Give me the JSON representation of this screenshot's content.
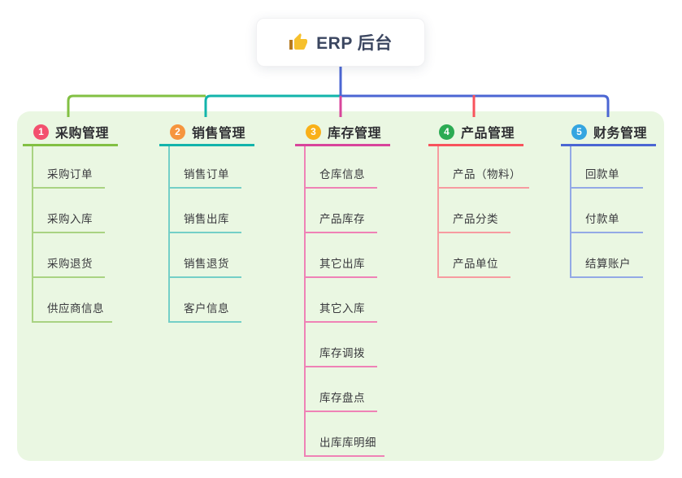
{
  "root": {
    "title": "ERP 后台",
    "icon": "thumbs-up-icon",
    "icon_color": "#f6c02d",
    "icon_cuff_color": "#b5791f",
    "stem_color": "#4b66d3"
  },
  "panel": {
    "background": "#eaf7e2"
  },
  "branches": [
    {
      "badge": "1",
      "label": "采购管理",
      "badge_color": "#f3506e",
      "line_color": "#82c043",
      "sub_line_color": "#a9d382",
      "items": [
        "采购订单",
        "采购入库",
        "采购退货",
        "供应商信息"
      ]
    },
    {
      "badge": "2",
      "label": "销售管理",
      "badge_color": "#f6953e",
      "line_color": "#12b4ab",
      "sub_line_color": "#74cfc7",
      "items": [
        "销售订单",
        "销售出库",
        "销售退货",
        "客户信息"
      ]
    },
    {
      "badge": "3",
      "label": "库存管理",
      "badge_color": "#f9b018",
      "line_color": "#d8459b",
      "sub_line_color": "#ef82b6",
      "items": [
        "仓库信息",
        "产品库存",
        "其它出库",
        "其它入库",
        "库存调拨",
        "库存盘点",
        "出库库明细"
      ]
    },
    {
      "badge": "4",
      "label": "产品管理",
      "badge_color": "#2bab53",
      "line_color": "#f8535c",
      "sub_line_color": "#f79ba0",
      "items": [
        "产品（物料）",
        "产品分类",
        "产品单位"
      ]
    },
    {
      "badge": "5",
      "label": "财务管理",
      "badge_color": "#34a5e0",
      "line_color": "#4b66d3",
      "sub_line_color": "#93a9e6",
      "items": [
        "回款单",
        "付款单",
        "结算账户"
      ]
    }
  ]
}
